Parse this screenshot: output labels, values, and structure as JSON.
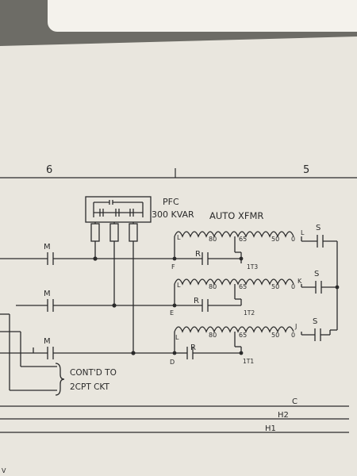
{
  "colors": {
    "paper": "#e9e6de",
    "line": "#2b2b2b",
    "frame": "#6d6c66",
    "card": "#f4f2ec"
  },
  "column_markers": {
    "left": "6",
    "center": "1",
    "right": "5"
  },
  "pfc": {
    "name": "PFC",
    "rating": "300 KVAR"
  },
  "autotransformer": {
    "label": "AUTO XFMR"
  },
  "contacts": {
    "m": "M",
    "r": "R",
    "s": "S"
  },
  "rows": [
    {
      "left_end": "L",
      "right_end": "L",
      "bottom": "F",
      "taps": [
        "80",
        "65",
        "50",
        "0"
      ],
      "output": "1T3"
    },
    {
      "left_end": "L",
      "right_end": "K",
      "bottom": "E",
      "taps": [
        "80",
        "65",
        "50",
        "0"
      ],
      "output": "1T2"
    },
    {
      "left_end": "L",
      "right_end": "J",
      "bottom": "D",
      "taps": [
        "80",
        "65",
        "50",
        "0"
      ],
      "output": "1T1"
    }
  ],
  "note": {
    "line1": "CONT'D TO",
    "line2": "2CPT CKT"
  },
  "buses": [
    "C",
    "H2",
    "H1"
  ],
  "corner_mark": "V"
}
